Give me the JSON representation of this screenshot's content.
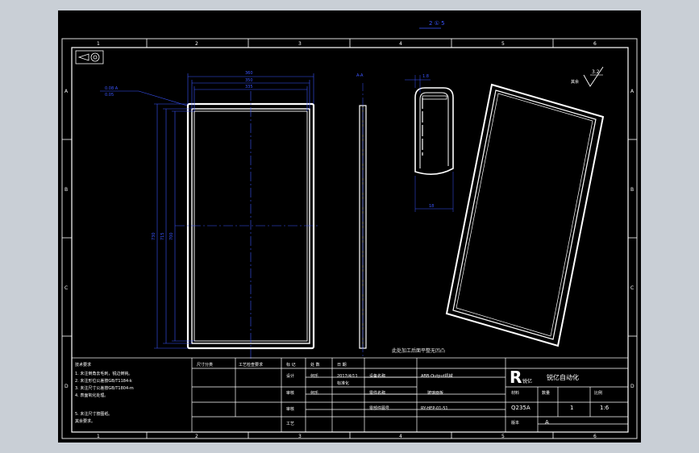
{
  "drawing": {
    "top_label": "2 ① 5",
    "col_labels": [
      "1",
      "2",
      "3",
      "4",
      "5",
      "6"
    ],
    "row_labels": [
      "A",
      "B",
      "C",
      "D"
    ],
    "section_label": "A-A",
    "surface_finish": "3.2",
    "surface_note": "其余",
    "note_bottom": "此处加工后面平整无凹凸",
    "dim_width_outer": "360",
    "dim_width_mid": "350",
    "dim_width_inner": "335",
    "dim_height_outer": "730",
    "dim_height_mid": "715",
    "dim_height_inner": "700",
    "dim_section_top": "1.8",
    "dim_section_bottom": "18",
    "tolerance_note_1": "0.08 A",
    "tolerance_note_2": "0.05"
  },
  "tech_req": {
    "title": "技术要求",
    "items": [
      "1. 未注倒角去毛刺，锐边倒钝。",
      "2. 未注形位公差按GB/T1184-k",
      "3. 未注尺寸公差按GB/T1804-m",
      "4. 表面氧化处理。",
      "5. 未注尺寸按图纸。",
      "  其余要求。"
    ]
  },
  "title_block": {
    "h_size_mark": "尺寸分类",
    "h_process": "工艺检查要求",
    "h_mark": "标 记",
    "h_count": "处 数",
    "h_date": "日 期",
    "row_design": "设计",
    "designer": "何乐",
    "design_date": "2017/4/11",
    "row_check": "审核",
    "checker": "何乐",
    "row_std": "标准化",
    "row_approve": "审核",
    "row_craft": "工艺",
    "project_label": "设备名称",
    "project_value": "ABB-Output机械",
    "part_label": "零件名称",
    "part_value": "玻璃面板",
    "drawing_no_label": "零部件图号",
    "drawing_no": "RY-HEP-01-51",
    "material_label": "材料",
    "material": "Q235A",
    "qty_label": "数量",
    "qty": "1",
    "scale_label": "比例",
    "scale": "1:6",
    "version_label": "版本",
    "version": "A",
    "company_logo": "R",
    "company": "锐亿自动化",
    "logo_sub": "锐亿"
  }
}
